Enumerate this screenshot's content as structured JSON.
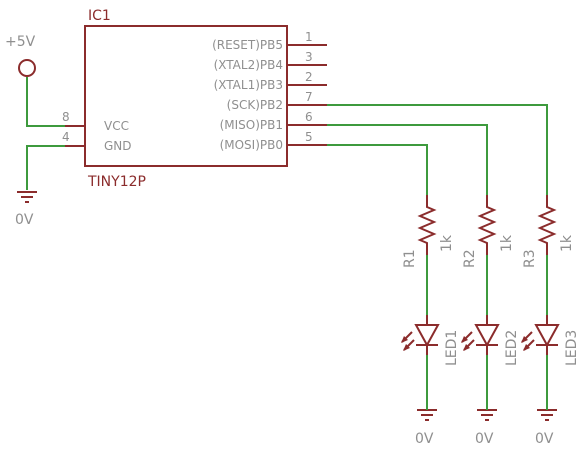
{
  "colors": {
    "wire": "#3d9a3d",
    "symbol": "#8b2c2c",
    "text_dark": "#8b2c2c",
    "text_gray": "#8f8f8f"
  },
  "ic": {
    "name": "IC1",
    "value": "TINY12P",
    "pins_right": [
      {
        "label": "(RESET)PB5",
        "number": "1"
      },
      {
        "label": "(XTAL2)PB4",
        "number": "3"
      },
      {
        "label": "(XTAL1)PB3",
        "number": "2"
      },
      {
        "label": "(SCK)PB2",
        "number": "7"
      },
      {
        "label": "(MISO)PB1",
        "number": "6"
      },
      {
        "label": "(MOSI)PB0",
        "number": "5"
      }
    ],
    "pins_left": [
      {
        "label": "VCC",
        "number": "8"
      },
      {
        "label": "GND",
        "number": "4"
      }
    ]
  },
  "power": {
    "supply_label": "+5V",
    "ground_label": "0V"
  },
  "resistors": [
    {
      "name": "R1",
      "value": "1k"
    },
    {
      "name": "R2",
      "value": "1k"
    },
    {
      "name": "R3",
      "value": "1k"
    }
  ],
  "leds": [
    {
      "name": "LED1"
    },
    {
      "name": "LED2"
    },
    {
      "name": "LED3"
    }
  ],
  "grounds": [
    "0V",
    "0V",
    "0V"
  ]
}
